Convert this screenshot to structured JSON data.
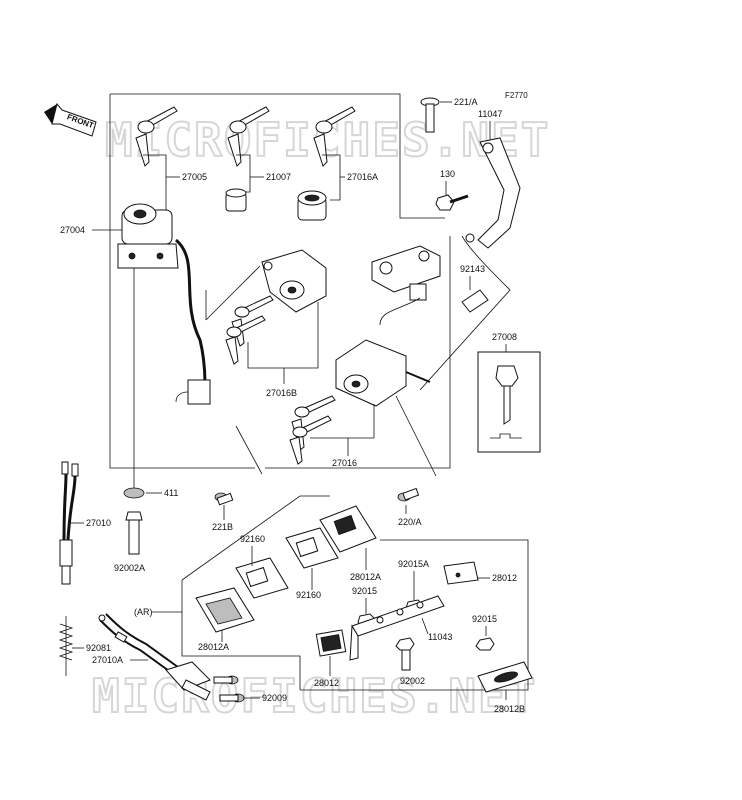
{
  "figure_code": "F2770",
  "watermark": "MICROFICHES.NET",
  "front_badge": "FRONT",
  "labels": {
    "p27004": "27004",
    "p27005": "27005",
    "p21007": "21007",
    "p27016A": "27016A",
    "p221A": "221/A",
    "p11047": "11047",
    "p130": "130",
    "p92143": "92143",
    "p27008": "27008",
    "p27016B": "27016B",
    "p27016": "27016",
    "p411": "411",
    "p27010": "27010",
    "p92002A": "92002A",
    "p221B": "221B",
    "p220A": "220/A",
    "p92160a": "92160",
    "p92160b": "92160",
    "p28012A_top": "28012A",
    "p92015A": "92015A",
    "p28012_right": "28012",
    "p92015_mid": "92015",
    "pAR": "(AR)",
    "p11043": "11043",
    "p92015_right": "92015",
    "p28012A_left": "28012A",
    "p92081": "92081",
    "p27010A": "27010A",
    "p28012_bottom": "28012",
    "p92002": "92002",
    "p92009": "92009",
    "p28012B": "28012B"
  },
  "icons": [
    "front-arrow-icon",
    "ignition-switch-icon",
    "key-icon",
    "lock-cylinder-icon",
    "fuel-cap-lock-icon",
    "screw-icon",
    "bolt-icon",
    "washer-icon",
    "cable-icon",
    "reflector-icon",
    "bracket-icon",
    "spring-icon"
  ]
}
